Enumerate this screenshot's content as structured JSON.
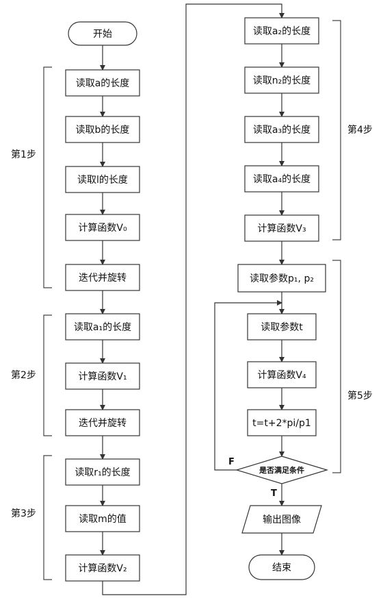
{
  "nodes": {
    "start": "开始",
    "read_a": "读取a的长度",
    "read_b": "读取b的长度",
    "read_l": "读取l的长度",
    "calc_v0": "计算函数V₀",
    "iterate_1": "迭代并旋转",
    "read_a1": "读取a₁的长度",
    "calc_v1": "计算函数V₁",
    "iterate_2": "迭代并旋转",
    "read_r1": "读取r₁的长度",
    "read_m": "读取m的值",
    "calc_v2": "计算函数V₂",
    "read_a2": "读取a₂的长度",
    "read_n2": "读取n₂的长度",
    "read_a3": "读取a₃的长度",
    "read_a4": "读取a₄的长度",
    "calc_v3": "计算函数V₃",
    "read_p": "读取参数p₁, p₂",
    "read_t": "读取参数t",
    "calc_v4": "计算函数V₄",
    "update_t": "t=t+2*pi/p1",
    "condition": "是否满足条件",
    "output": "输出图像",
    "end": "结束"
  },
  "steps": {
    "step1": "第1步",
    "step2": "第2步",
    "step3": "第3步",
    "step4": "第4步",
    "step5": "第5步"
  },
  "branch": {
    "false_label": "F",
    "true_label": "T"
  }
}
